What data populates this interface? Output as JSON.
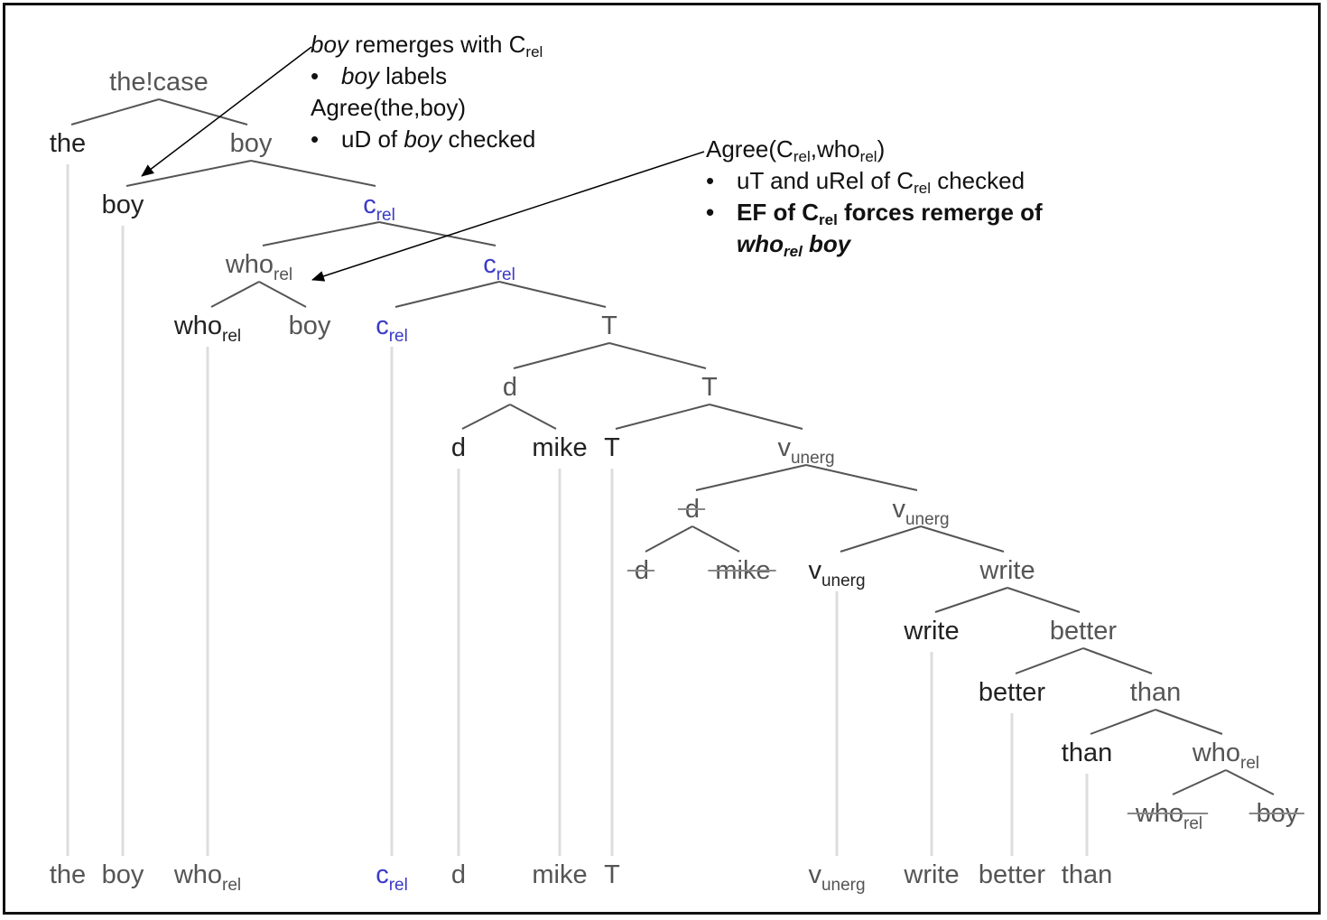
{
  "annotations": {
    "top": {
      "line1": {
        "word": "boy",
        "rest": " remerges with C",
        "sub": "rel"
      },
      "line2": {
        "bullet": "•",
        "word": "boy",
        "rest": " labels"
      },
      "line3": "Agree(the,boy)",
      "line4": {
        "bullet": "•",
        "pre": "uD of ",
        "word": "boy",
        "rest": " checked"
      }
    },
    "right": {
      "line1": {
        "pre": "Agree(C",
        "sub1": "rel",
        "mid": ",who",
        "sub2": "rel",
        "post": ")"
      },
      "line2": {
        "bullet": "•",
        "pre": "uT and uRel of C",
        "sub": "rel",
        "post": " checked"
      },
      "line3": {
        "bullet": "•",
        "pre": "EF of C",
        "sub": "rel",
        "post": " forces remerge of"
      },
      "line4": {
        "word": "who",
        "sub": "rel",
        "post": " boy"
      }
    }
  },
  "tree": {
    "nodes": [
      {
        "id": "root",
        "label": "the!case",
        "sub": "",
        "style": "dim"
      },
      {
        "id": "the1",
        "label": "the",
        "sub": "",
        "style": "bold"
      },
      {
        "id": "boy1",
        "label": "boy",
        "sub": "",
        "style": "dim"
      },
      {
        "id": "boy2",
        "label": "boy",
        "sub": "",
        "style": "bold"
      },
      {
        "id": "crel1",
        "label": "c",
        "sub": "rel",
        "style": "blue"
      },
      {
        "id": "who1",
        "label": "who",
        "sub": "rel",
        "style": "dim"
      },
      {
        "id": "crel2",
        "label": "c",
        "sub": "rel",
        "style": "blue"
      },
      {
        "id": "who2",
        "label": "who",
        "sub": "rel",
        "style": "bold"
      },
      {
        "id": "boy3",
        "label": "boy",
        "sub": "",
        "style": "dim"
      },
      {
        "id": "crel3",
        "label": "c",
        "sub": "rel",
        "style": "blue"
      },
      {
        "id": "T1",
        "label": "T",
        "sub": "",
        "style": "dim"
      },
      {
        "id": "d1",
        "label": "d",
        "sub": "",
        "style": "dim"
      },
      {
        "id": "T2",
        "label": "T",
        "sub": "",
        "style": "dim"
      },
      {
        "id": "d2",
        "label": "d",
        "sub": "",
        "style": "bold"
      },
      {
        "id": "mike1",
        "label": "mike",
        "sub": "",
        "style": "bold"
      },
      {
        "id": "T3",
        "label": "T",
        "sub": "",
        "style": "bold"
      },
      {
        "id": "v1",
        "label": "v",
        "sub": "unerg",
        "style": "dim"
      },
      {
        "id": "d3",
        "label": "d",
        "sub": "",
        "style": "struck"
      },
      {
        "id": "v2",
        "label": "v",
        "sub": "unerg",
        "style": "dim"
      },
      {
        "id": "d4",
        "label": "d",
        "sub": "",
        "style": "struck"
      },
      {
        "id": "mike2",
        "label": "mike",
        "sub": "",
        "style": "struck"
      },
      {
        "id": "v3",
        "label": "v",
        "sub": "unerg",
        "style": "bold"
      },
      {
        "id": "write1",
        "label": "write",
        "sub": "",
        "style": "dim"
      },
      {
        "id": "write2",
        "label": "write",
        "sub": "",
        "style": "bold"
      },
      {
        "id": "better1",
        "label": "better",
        "sub": "",
        "style": "dim"
      },
      {
        "id": "better2",
        "label": "better",
        "sub": "",
        "style": "bold"
      },
      {
        "id": "than1",
        "label": "than",
        "sub": "",
        "style": "dim"
      },
      {
        "id": "than2",
        "label": "than",
        "sub": "",
        "style": "bold"
      },
      {
        "id": "who3",
        "label": "who",
        "sub": "rel",
        "style": "dim"
      },
      {
        "id": "who4",
        "label": "who",
        "sub": "rel",
        "style": "struck"
      },
      {
        "id": "boy4",
        "label": "boy",
        "sub": "",
        "style": "struck"
      }
    ],
    "edges": [
      [
        "root",
        "the1"
      ],
      [
        "root",
        "boy1"
      ],
      [
        "boy1",
        "boy2"
      ],
      [
        "boy1",
        "crel1"
      ],
      [
        "crel1",
        "who1"
      ],
      [
        "crel1",
        "crel2"
      ],
      [
        "who1",
        "who2"
      ],
      [
        "who1",
        "boy3"
      ],
      [
        "crel2",
        "crel3"
      ],
      [
        "crel2",
        "T1"
      ],
      [
        "T1",
        "d1"
      ],
      [
        "T1",
        "T2"
      ],
      [
        "d1",
        "d2"
      ],
      [
        "d1",
        "mike1"
      ],
      [
        "T2",
        "T3"
      ],
      [
        "T2",
        "v1"
      ],
      [
        "v1",
        "d3"
      ],
      [
        "v1",
        "v2"
      ],
      [
        "d3",
        "d4"
      ],
      [
        "d3",
        "mike2"
      ],
      [
        "v2",
        "v3"
      ],
      [
        "v2",
        "write1"
      ],
      [
        "write1",
        "write2"
      ],
      [
        "write1",
        "better1"
      ],
      [
        "better1",
        "better2"
      ],
      [
        "better1",
        "than1"
      ],
      [
        "than1",
        "than2"
      ],
      [
        "than1",
        "who3"
      ],
      [
        "who3",
        "who4"
      ],
      [
        "who3",
        "boy4"
      ]
    ],
    "leaves": [
      {
        "id": "the1",
        "label": "the",
        "sub": "",
        "style": "plain"
      },
      {
        "id": "boy2",
        "label": "boy",
        "sub": "",
        "style": "plain"
      },
      {
        "id": "who2",
        "label": "who",
        "sub": "rel",
        "style": "plain"
      },
      {
        "id": "crel3",
        "label": "c",
        "sub": "rel",
        "style": "blue"
      },
      {
        "id": "d2",
        "label": "d",
        "sub": "",
        "style": "plain"
      },
      {
        "id": "mike1",
        "label": "mike",
        "sub": "",
        "style": "plain"
      },
      {
        "id": "T3",
        "label": "T",
        "sub": "",
        "style": "plain"
      },
      {
        "id": "v3",
        "label": "v",
        "sub": "unerg",
        "style": "plain"
      },
      {
        "id": "write2",
        "label": "write",
        "sub": "",
        "style": "plain"
      },
      {
        "id": "better2",
        "label": "better",
        "sub": "",
        "style": "plain"
      },
      {
        "id": "than2",
        "label": "than",
        "sub": "",
        "style": "plain"
      }
    ]
  }
}
